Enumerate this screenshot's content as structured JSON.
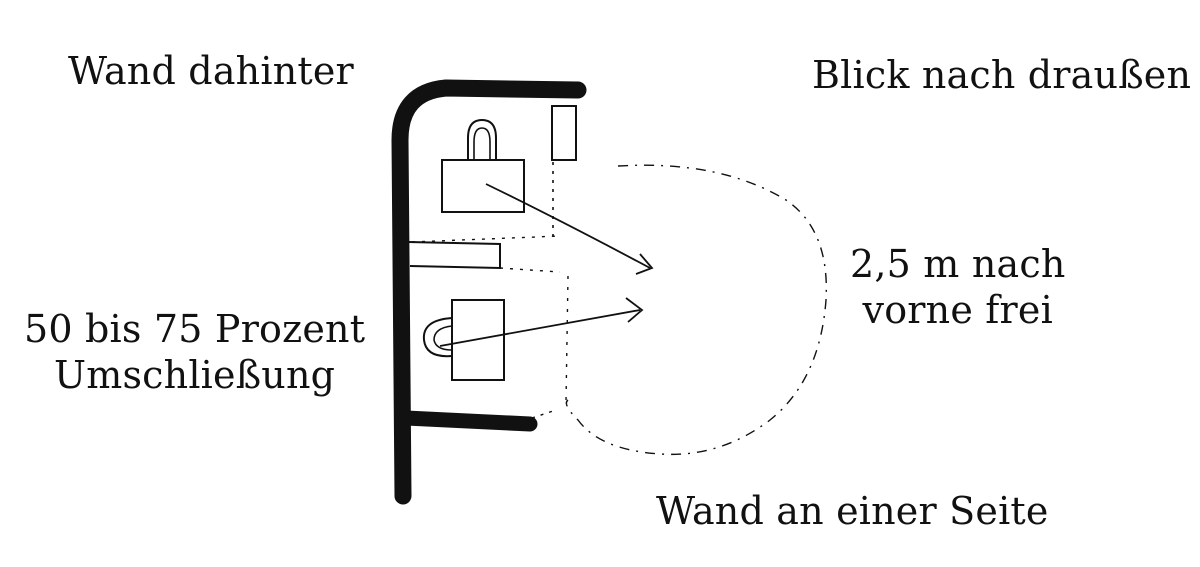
{
  "labels": {
    "wall_behind": "Wand dahinter",
    "view_outside": "Blick nach draußen",
    "front_clear_line1": "2,5 m nach",
    "front_clear_line2": "vorne frei",
    "enclosure_line1": "50 bis 75 Prozent",
    "enclosure_line2": "Umschließung",
    "wall_side": "Wand an einer Seite"
  },
  "colors": {
    "ink": "#111111",
    "paper": "#ffffff"
  }
}
